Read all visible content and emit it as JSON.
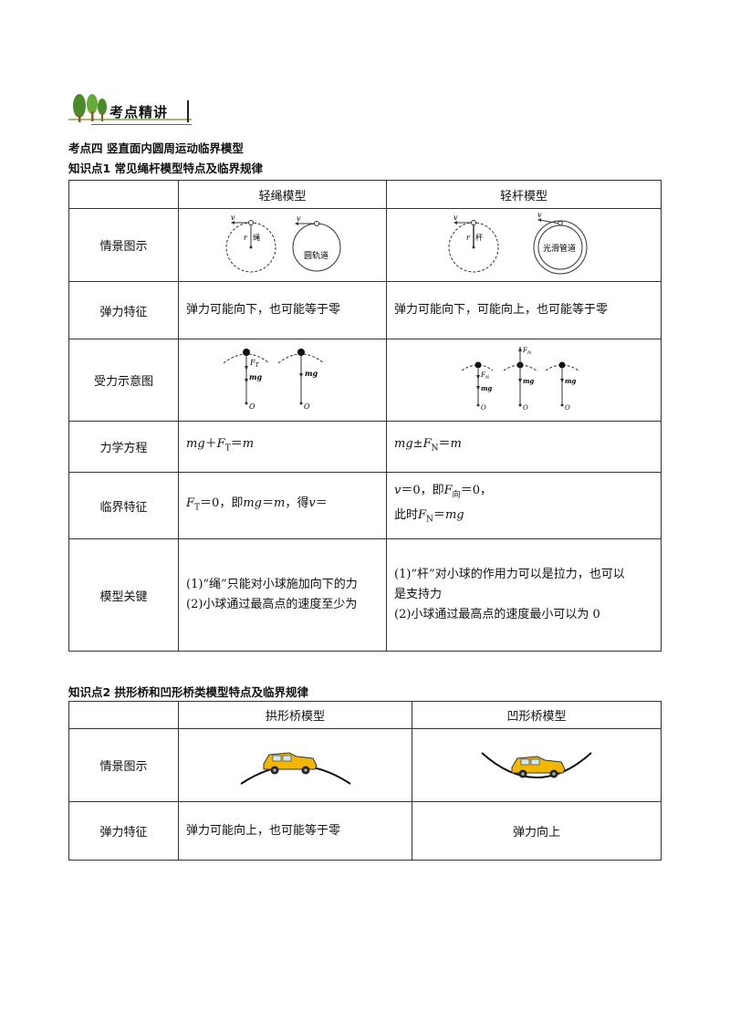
{
  "header": {
    "title": "考点精讲"
  },
  "section": {
    "title": "考点四 竖直面内圆周运动临界模型",
    "kp1_title": "知识点1 常见绳杆模型特点及临界规律",
    "kp2_title": "知识点2 拱形桥和凹形桥类模型特点及临界规律"
  },
  "table1": {
    "col1": "轻绳模型",
    "col2": "轻杆模型",
    "rows": {
      "scene": "情景图示",
      "elastic": "弹力特征",
      "force": "受力示意图",
      "equation": "力学方程",
      "critical": "临界特征",
      "key": "模型关键"
    },
    "rope": {
      "elastic": "弹力可能向下，也可能等于零",
      "eq_a": "mg",
      "eq_b": "＋",
      "eq_c": "F",
      "eq_sub": "T",
      "eq_d": "＝",
      "eq_e": "m",
      "crit_a": "F",
      "crit_sub": "T",
      "crit_b": "＝0，即",
      "crit_c": "mg",
      "crit_d": "＝",
      "crit_e": "m",
      "crit_f": "，得",
      "crit_g": "v",
      "crit_h": "＝",
      "key1": "(1)“绳”只能对小球施加向下的力",
      "key2": "(2)小球通过最高点的速度至少为"
    },
    "rod": {
      "elastic": "弹力可能向下，可能向上，也可能等于零",
      "eq_a": "mg",
      "eq_b": "±",
      "eq_c": "F",
      "eq_sub": "N",
      "eq_d": "＝",
      "eq_e": "m",
      "crit1_a": "v",
      "crit1_b": "＝0，即",
      "crit1_c": "F",
      "crit1_sub": "向",
      "crit1_d": "＝0，",
      "crit2_a": "此时",
      "crit2_b": "F",
      "crit2_sub": "N",
      "crit2_c": "＝",
      "crit2_d": "mg",
      "key1": "(1)“杆”对小球的作用力可以是拉力，也可以",
      "key1b": "是支持力",
      "key2": "(2)小球通过最高点的速度最小可以为 0"
    },
    "diagram_labels": {
      "v": "v",
      "r": "r",
      "rope": "绳",
      "track": "圆轨道",
      "rod": "杆",
      "tube": "光滑管道",
      "ft": "F",
      "ft_sub": "T",
      "fn": "F",
      "fn_sub": "N",
      "mg": "mg",
      "o": "O"
    }
  },
  "table2": {
    "col1": "拱形桥模型",
    "col2": "凹形桥模型",
    "rows": {
      "scene": "情景图示",
      "elastic": "弹力特征"
    },
    "arch_elastic": "弹力可能向上，也可能等于零",
    "concave_elastic": "弹力向上"
  },
  "colors": {
    "tree": "#4a8c2a",
    "trunk": "#8b5a2b",
    "car": "#f2b705"
  }
}
